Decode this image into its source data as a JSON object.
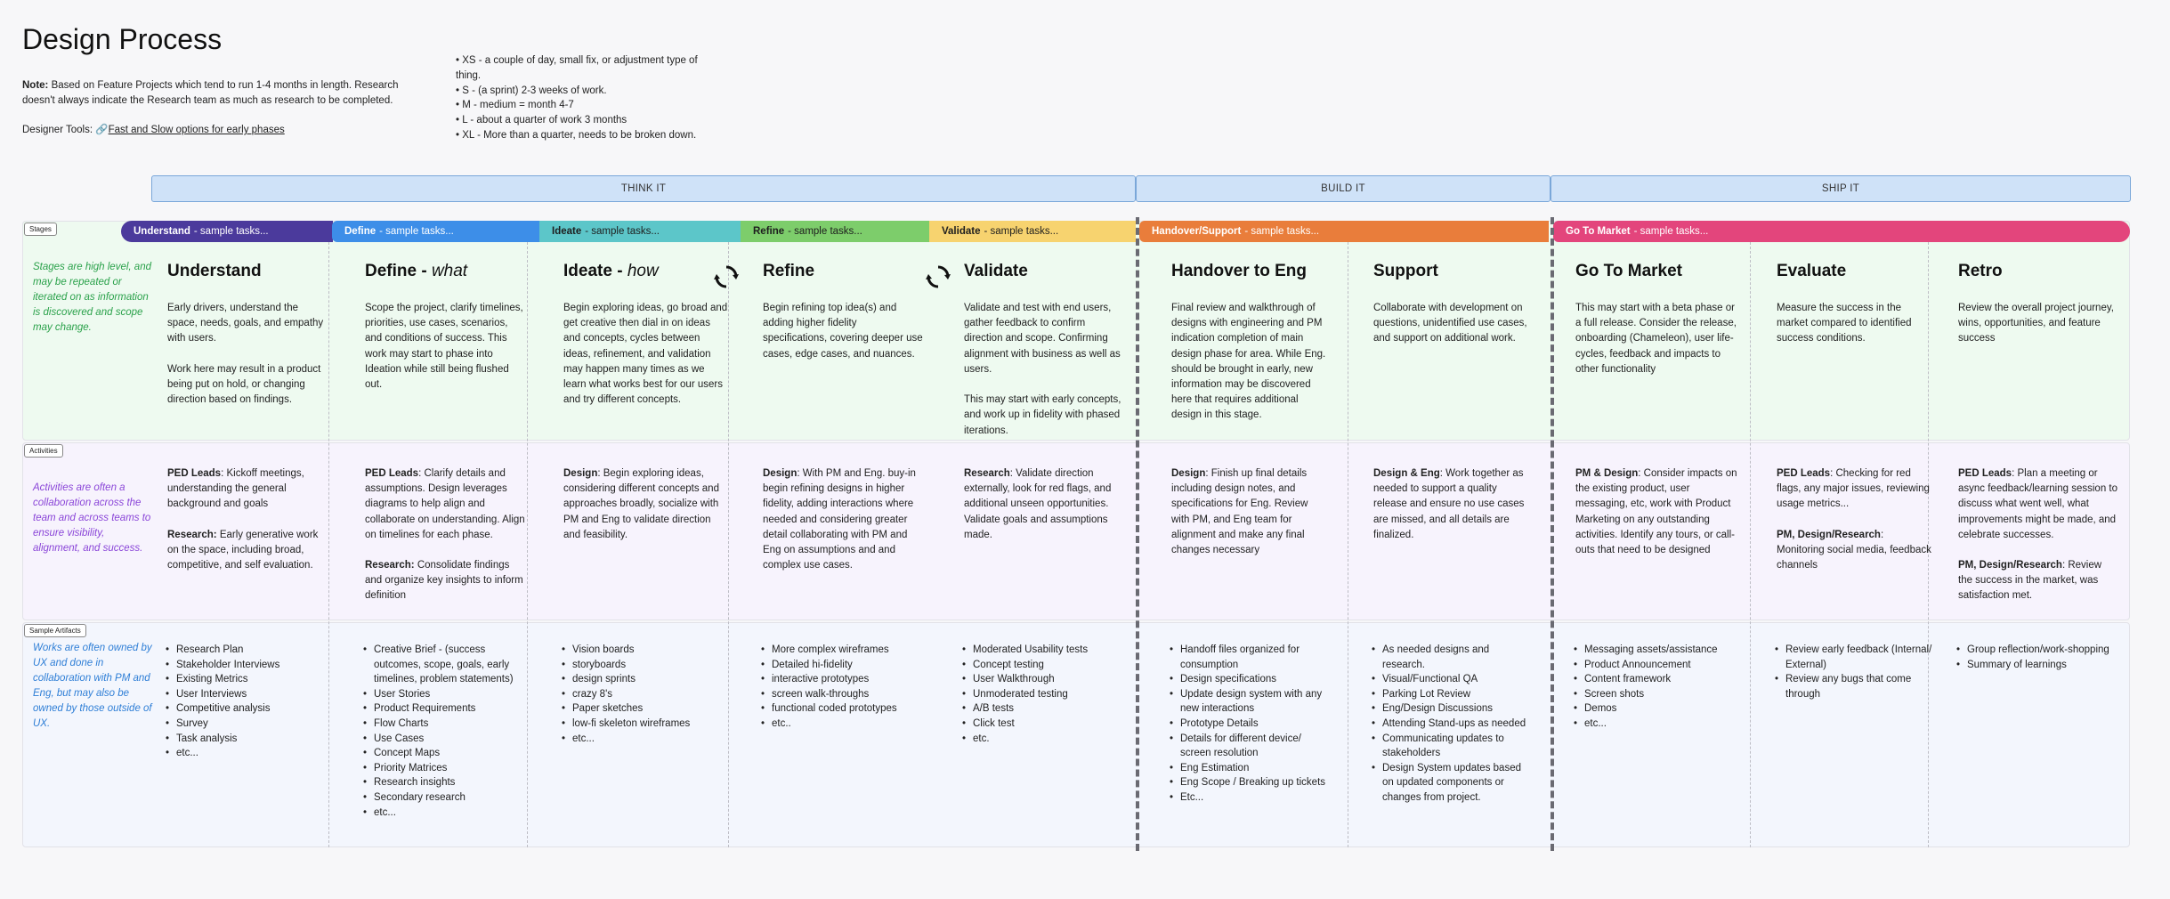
{
  "title": "Design Process",
  "note": {
    "label": "Note:",
    "text": " Based on Feature Projects which tend to run 1-4 months in length. Research doesn't always indicate the Research team as much as research to be completed."
  },
  "tools": {
    "label": "Designer Tools: ",
    "link": "Fast and Slow options for early phases"
  },
  "sizes": [
    "XS - a couple of day, small fix, or adjustment type of thing.",
    "S - (a sprint) 2-3 weeks of work.",
    "M - medium = month 4-7",
    "L - about a quarter of work 3 months",
    "XL - More than a quarter, needs to be broken down."
  ],
  "phases": [
    "THINK IT",
    "BUILD IT",
    "SHIP IT"
  ],
  "row_tags": [
    "Stages",
    "Activities",
    "Sample Artifacts"
  ],
  "row_notes": {
    "stages": "Stages are high level, and may be repeated or iterated on as information is discovered and scope may change.",
    "activities": "Activities are often a collaboration across the team and across teams to ensure visibility, alignment, and success.",
    "artifacts": "Works are often owned by UX and done in collaboration with PM and Eng, but may also be owned by those outside of UX."
  },
  "colors": {
    "understand": "#4b3a9c",
    "define": "#3d8ee8",
    "ideate": "#5cc6c9",
    "refine": "#7dcd6b",
    "validate": "#f7d36f",
    "handover": "#e97d3b",
    "market": "#e3457c"
  },
  "bands": [
    {
      "key": "understand",
      "name": "Understand",
      "suffix": " - sample tasks..."
    },
    {
      "key": "define",
      "name": "Define",
      "suffix": " - sample tasks..."
    },
    {
      "key": "ideate",
      "name": "Ideate",
      "suffix": " - sample tasks..."
    },
    {
      "key": "refine",
      "name": "Refine",
      "suffix": " - sample tasks..."
    },
    {
      "key": "validate",
      "name": "Validate",
      "suffix": " - sample tasks..."
    },
    {
      "key": "handover",
      "name": "Handover/Support",
      "suffix": " - sample tasks..."
    },
    {
      "key": "market",
      "name": "Go To Market",
      "suffix": " - sample tasks..."
    }
  ],
  "stages": [
    {
      "title": "Understand",
      "desc": "Early drivers, understand the space, needs, goals, and empathy with users.\n\nWork here may result in a product being put on hold, or changing direction based on findings.",
      "activities": [
        {
          "b": "PED Leads",
          "t": ": Kickoff meetings, understanding the general background and goals"
        },
        {
          "b": "Research:",
          "t": " Early generative work on the space, including broad, competitive, and self evaluation."
        }
      ],
      "artifacts": [
        "Research Plan",
        "Stakeholder Interviews",
        "Existing Metrics",
        "User Interviews",
        "Competitive analysis",
        "Survey",
        "Task analysis",
        "etc..."
      ]
    },
    {
      "title": "Define - ",
      "title_em": "what",
      "desc": "Scope the project, clarify timelines, priorities, use cases, scenarios, and conditions of success. This work may start to phase into Ideation while still being flushed out.",
      "activities": [
        {
          "b": "PED Leads",
          "t": ": Clarify details and assumptions. Design leverages diagrams to help align and collaborate on understanding. Align on timelines for each phase."
        },
        {
          "b": "Research:",
          "t": " Consolidate findings and organize key insights to inform definition"
        }
      ],
      "artifacts": [
        "Creative Brief - (success outcomes, scope, goals, early timelines, problem statements)",
        "User Stories",
        "Product Requirements",
        "Flow Charts",
        "Use Cases",
        "Concept Maps",
        "Priority Matrices",
        "Research insights",
        "Secondary research",
        "etc..."
      ]
    },
    {
      "title": "Ideate - ",
      "title_em": "how",
      "desc": "Begin exploring ideas, go broad and get creative then dial in on ideas and concepts, cycles between ideas, refinement, and validation may happen many times as we learn what works best for our users and try different concepts.",
      "activities": [
        {
          "b": "Design",
          "t": ": Begin exploring ideas, considering different concepts and approaches broadly, socialize with PM and Eng to validate direction and feasibility."
        }
      ],
      "artifacts": [
        "Vision boards",
        "storyboards",
        "design sprints",
        "crazy 8's",
        "Paper sketches",
        "low-fi skeleton wireframes",
        "etc..."
      ]
    },
    {
      "title": "Refine",
      "desc": "Begin refining top idea(s) and adding higher fidelity specifications, covering deeper use cases, edge cases, and nuances.",
      "activities": [
        {
          "b": "Design",
          "t": ": With PM and Eng. buy-in begin refining designs in higher fidelity, adding interactions where needed and considering greater detail collaborating with PM and Eng on assumptions and and complex use cases."
        }
      ],
      "artifacts": [
        "More complex wireframes",
        "Detailed hi-fidelity",
        "interactive prototypes",
        "screen walk-throughs",
        "functional coded prototypes",
        "etc.."
      ]
    },
    {
      "title": "Validate",
      "desc": "Validate and test with end users, gather feedback to confirm direction and scope. Confirming alignment with business as well as users.\n\nThis may start with early concepts, and work up in fidelity with phased iterations.",
      "activities": [
        {
          "b": "Research",
          "t": ": Validate direction externally, look for red flags, and additional unseen opportunities. Validate goals and assumptions made."
        }
      ],
      "artifacts": [
        "Moderated Usability tests",
        "Concept testing",
        "User Walkthrough",
        "Unmoderated testing",
        "A/B tests",
        "Click test",
        "etc."
      ]
    },
    {
      "title": "Handover to Eng",
      "desc": "Final review and walkthrough of designs with engineering and PM indication completion of main design phase for area. While Eng. should be brought in early, new information may be discovered here that requires additional design in this stage.",
      "activities": [
        {
          "b": "Design",
          "t": ": Finish up final details including design notes, and specifications for Eng. Review with PM, and Eng team for alignment and make any final changes necessary"
        }
      ],
      "artifacts": [
        "Handoff files organized for consumption",
        "Design specifications",
        "Update design system with any new interactions",
        "Prototype Details",
        "Details for different device/ screen resolution",
        "Eng Estimation",
        "Eng Scope / Breaking up tickets",
        "Etc..."
      ]
    },
    {
      "title": "Support",
      "desc": "Collaborate with development on questions, unidentified use cases, and support on additional work.",
      "activities": [
        {
          "b": "Design & Eng",
          "t": ": Work together as needed to support a quality release and ensure no use cases are missed, and all details are finalized."
        }
      ],
      "artifacts": [
        "As needed designs and research.",
        "Visual/Functional QA",
        "Parking Lot Review",
        "Eng/Design Discussions",
        "Attending Stand-ups as needed",
        "Communicating updates to stakeholders",
        "Design System updates based on updated components or changes from project."
      ]
    },
    {
      "title": "Go To Market",
      "desc": "This may start with a beta phase or a full release. Consider the release, onboarding (Chameleon), user life-cycles, feedback and impacts to other functionality",
      "activities": [
        {
          "b": "PM & Design",
          "t": ": Consider impacts on the existing product, user messaging, etc, work with Product Marketing on any outstanding activities. Identify any tours, or call-outs that need to be designed"
        }
      ],
      "artifacts": [
        "Messaging assets/assistance",
        "Product Announcement",
        "Content framework",
        "Screen shots",
        "Demos",
        "etc..."
      ]
    },
    {
      "title": "Evaluate",
      "desc": "Measure the success in the market compared to identified success conditions.",
      "activities": [
        {
          "b": "PED Leads",
          "t": ": Checking for red flags, any major issues, reviewing usage metrics..."
        },
        {
          "b": "PM, Design/Research",
          "t": ": Monitoring social media, feedback channels"
        }
      ],
      "artifacts": [
        "Review early feedback (Internal/ External)",
        "Review any bugs that come through"
      ]
    },
    {
      "title": "Retro",
      "desc": "Review the overall project journey, wins, opportunities, and feature success",
      "activities": [
        {
          "b": "PED Leads",
          "t": ": Plan a meeting or async feedback/learning session to discuss what went well, what improvements might be made, and celebrate successes."
        },
        {
          "b": "PM, Design/Research",
          "t": ": Review the success in the market, was satisfaction met."
        }
      ],
      "artifacts": [
        "Group reflection/work-shopping",
        "Summary of learnings"
      ]
    }
  ]
}
